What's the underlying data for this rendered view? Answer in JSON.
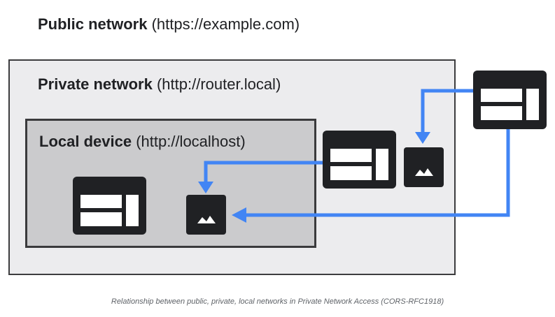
{
  "public_network": {
    "label": "Public network",
    "url": "(https://example.com)"
  },
  "private_network": {
    "label": "Private network",
    "url": "(http://router.local)"
  },
  "local_device": {
    "label": "Local device",
    "url": "(http://localhost)"
  },
  "icons": {
    "public_page": "webpage-layout-icon",
    "private_page": "webpage-layout-icon",
    "private_image": "image-icon",
    "local_page": "webpage-layout-icon",
    "local_image": "image-icon"
  },
  "colors": {
    "arrow": "#4285f4",
    "icon_dark": "#202124",
    "private_fill": "#ececee",
    "local_fill": "#cbcbcd"
  },
  "caption": "Relationship between public, private, local networks in Private Network Access (CORS-RFC1918)"
}
